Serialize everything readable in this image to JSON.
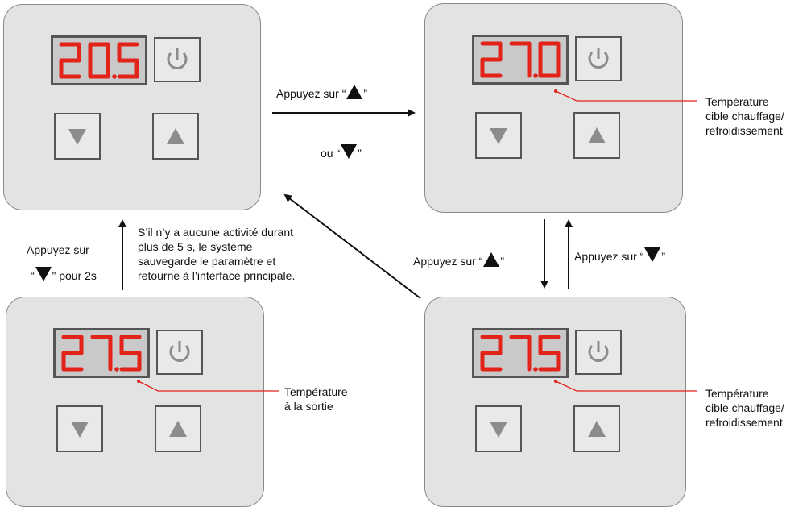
{
  "panels": [
    {
      "id": "tl",
      "display": "20.5"
    },
    {
      "id": "tr",
      "display": "27.0"
    },
    {
      "id": "bl",
      "display": "27.5"
    },
    {
      "id": "br",
      "display": "27.5"
    }
  ],
  "labels": {
    "press_prefix": "Appuyez sur",
    "or_prefix": "ou",
    "open_quote": "“",
    "close_quote": "”",
    "press_down_2s_suffix": "pour 2s",
    "timeout_line1": "S’il n’y a aucune activité durant",
    "timeout_line2": "plus de 5 s, le système",
    "timeout_line3": "sauvegarde le paramètre et",
    "timeout_line4": "retourne à l’interface principale.",
    "target_temp_line1": "Température",
    "target_temp_line2": "cible chauffage/",
    "target_temp_line3": "refroidissement",
    "outlet_temp_line1": "Température",
    "outlet_temp_line2": "à la sortie"
  },
  "colors": {
    "digit": "#e2231a",
    "annotation_line": "#e2231a",
    "panel_bg": "#e3e3e3",
    "display_bg": "#c9c9c9",
    "button_glyph": "#8c8c8c"
  },
  "icons": {
    "power": "power-icon",
    "down": "triangle-down-icon",
    "up": "triangle-up-icon"
  }
}
